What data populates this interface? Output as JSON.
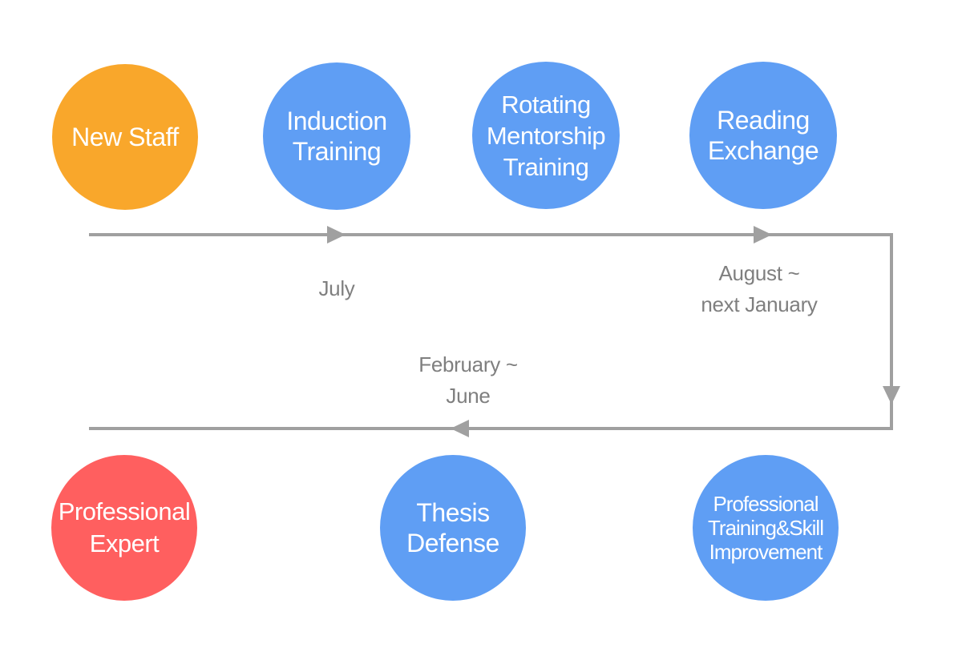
{
  "colors": {
    "start": "#f9a72b",
    "stage": "#5f9ef4",
    "end": "#ff5f5f",
    "line": "#a0a0a0",
    "label": "#7f7f7f"
  },
  "nodes": {
    "new_staff": "New Staff",
    "induction_training": "Induction\nTraining",
    "rotating_mentorship_training": "Rotating\nMentorship\nTraining",
    "reading_exchange": "Reading\nExchange",
    "professional_training_skill": "Professional\nTraining&Skill\nImprovement",
    "thesis_defense": "Thesis\nDefense",
    "professional_expert": "Professional\nExpert"
  },
  "periods": {
    "july": "July",
    "august_january": "August ~\nnext January",
    "february_june": "February ~\nJune"
  }
}
